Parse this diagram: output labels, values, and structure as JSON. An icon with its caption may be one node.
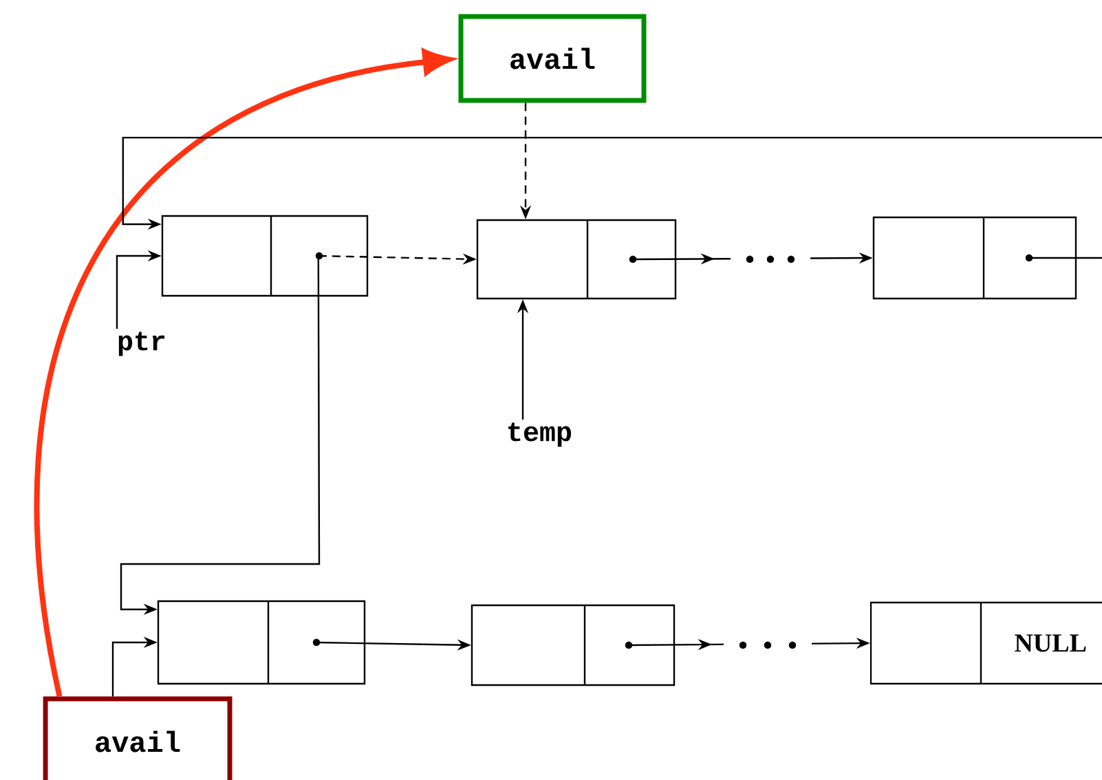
{
  "diagram": {
    "nodes": [
      {
        "text": [
          "avail"
        ]
      },
      {
        "text": [],
        "shape": "box"
      },
      {
        "text": [],
        "shape": "box"
      },
      {
        "text": [],
        "shape": "box"
      },
      {
        "text": [],
        "shape": "box"
      },
      {
        "text": [],
        "shape": "box"
      },
      {
        "text": [
          "NULL"
        ]
      },
      {
        "text": [
          "ptr"
        ]
      },
      {
        "text": [
          "temp"
        ]
      },
      {
        "text": [
          "avail"
        ]
      }
    ],
    "edges": [
      {
        "from": 9,
        "to": 0,
        "arrow": "to",
        "style": "thick",
        "color": "#ff3311"
      },
      {
        "from": 0,
        "to": 2,
        "arrow": "to",
        "style": "dashed"
      },
      {
        "from": 1,
        "to": 2,
        "arrow": "to",
        "style": "dashed"
      },
      {
        "from": 2,
        "to": 3,
        "arrow": "to"
      },
      {
        "from": 3,
        "to": 1,
        "arrow": "to"
      },
      {
        "from": 7,
        "to": 1,
        "arrow": "to"
      },
      {
        "from": 8,
        "to": 2,
        "arrow": "to"
      },
      {
        "from": 1,
        "to": 4,
        "arrow": "to"
      },
      {
        "from": 9,
        "to": 4,
        "arrow": "to"
      },
      {
        "from": 4,
        "to": 5,
        "arrow": "to"
      },
      {
        "from": 5,
        "to": 6,
        "arrow": "to"
      }
    ]
  }
}
